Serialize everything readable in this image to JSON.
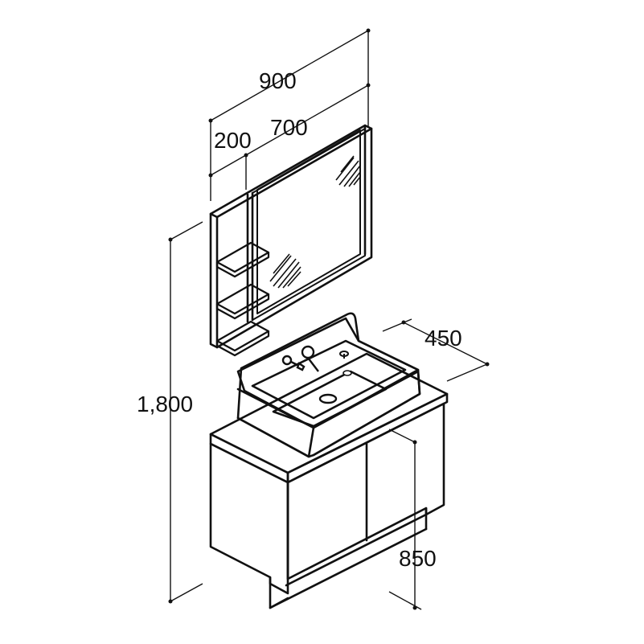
{
  "dimensions": {
    "total_width": "900",
    "mirror_width": "700",
    "shelf_width": "200",
    "depth": "450",
    "total_height": "1,800",
    "counter_height": "850"
  },
  "colors": {
    "line": "#111111",
    "background": "#ffffff"
  }
}
